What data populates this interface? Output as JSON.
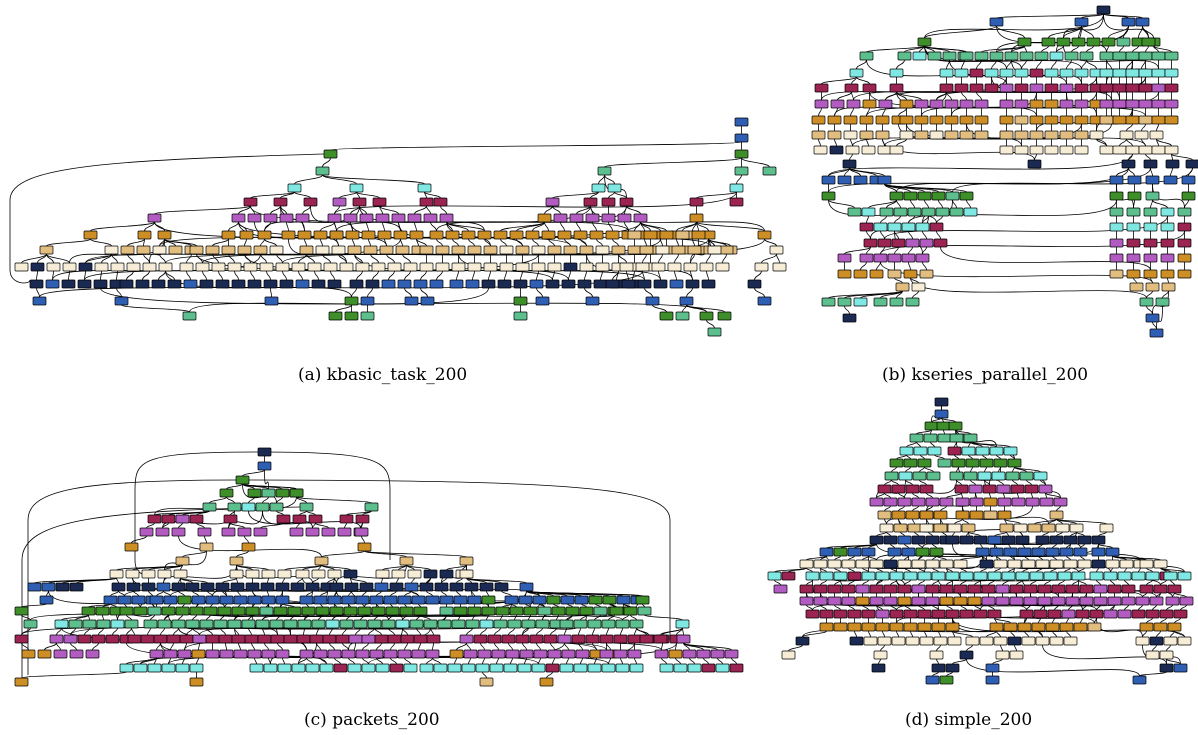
{
  "figure": {
    "panels": [
      {
        "id": "a",
        "caption": "(a) kbasic_task_200"
      },
      {
        "id": "b",
        "caption": "(b) kseries_parallel_200"
      },
      {
        "id": "c",
        "caption": "(c) packets_200"
      },
      {
        "id": "d",
        "caption": "(d) simple_200"
      }
    ]
  },
  "node_palette": {
    "navy": "#1b2a52",
    "blue": "#2f5fb3",
    "green": "#3e8e2a",
    "seafoam": "#5dbf8d",
    "cyan": "#7fe8e3",
    "crimson": "#9b2452",
    "orchid": "#b25cc1",
    "gold": "#cc8e25",
    "tan": "#e2bd80",
    "cream": "#f7edd6"
  }
}
